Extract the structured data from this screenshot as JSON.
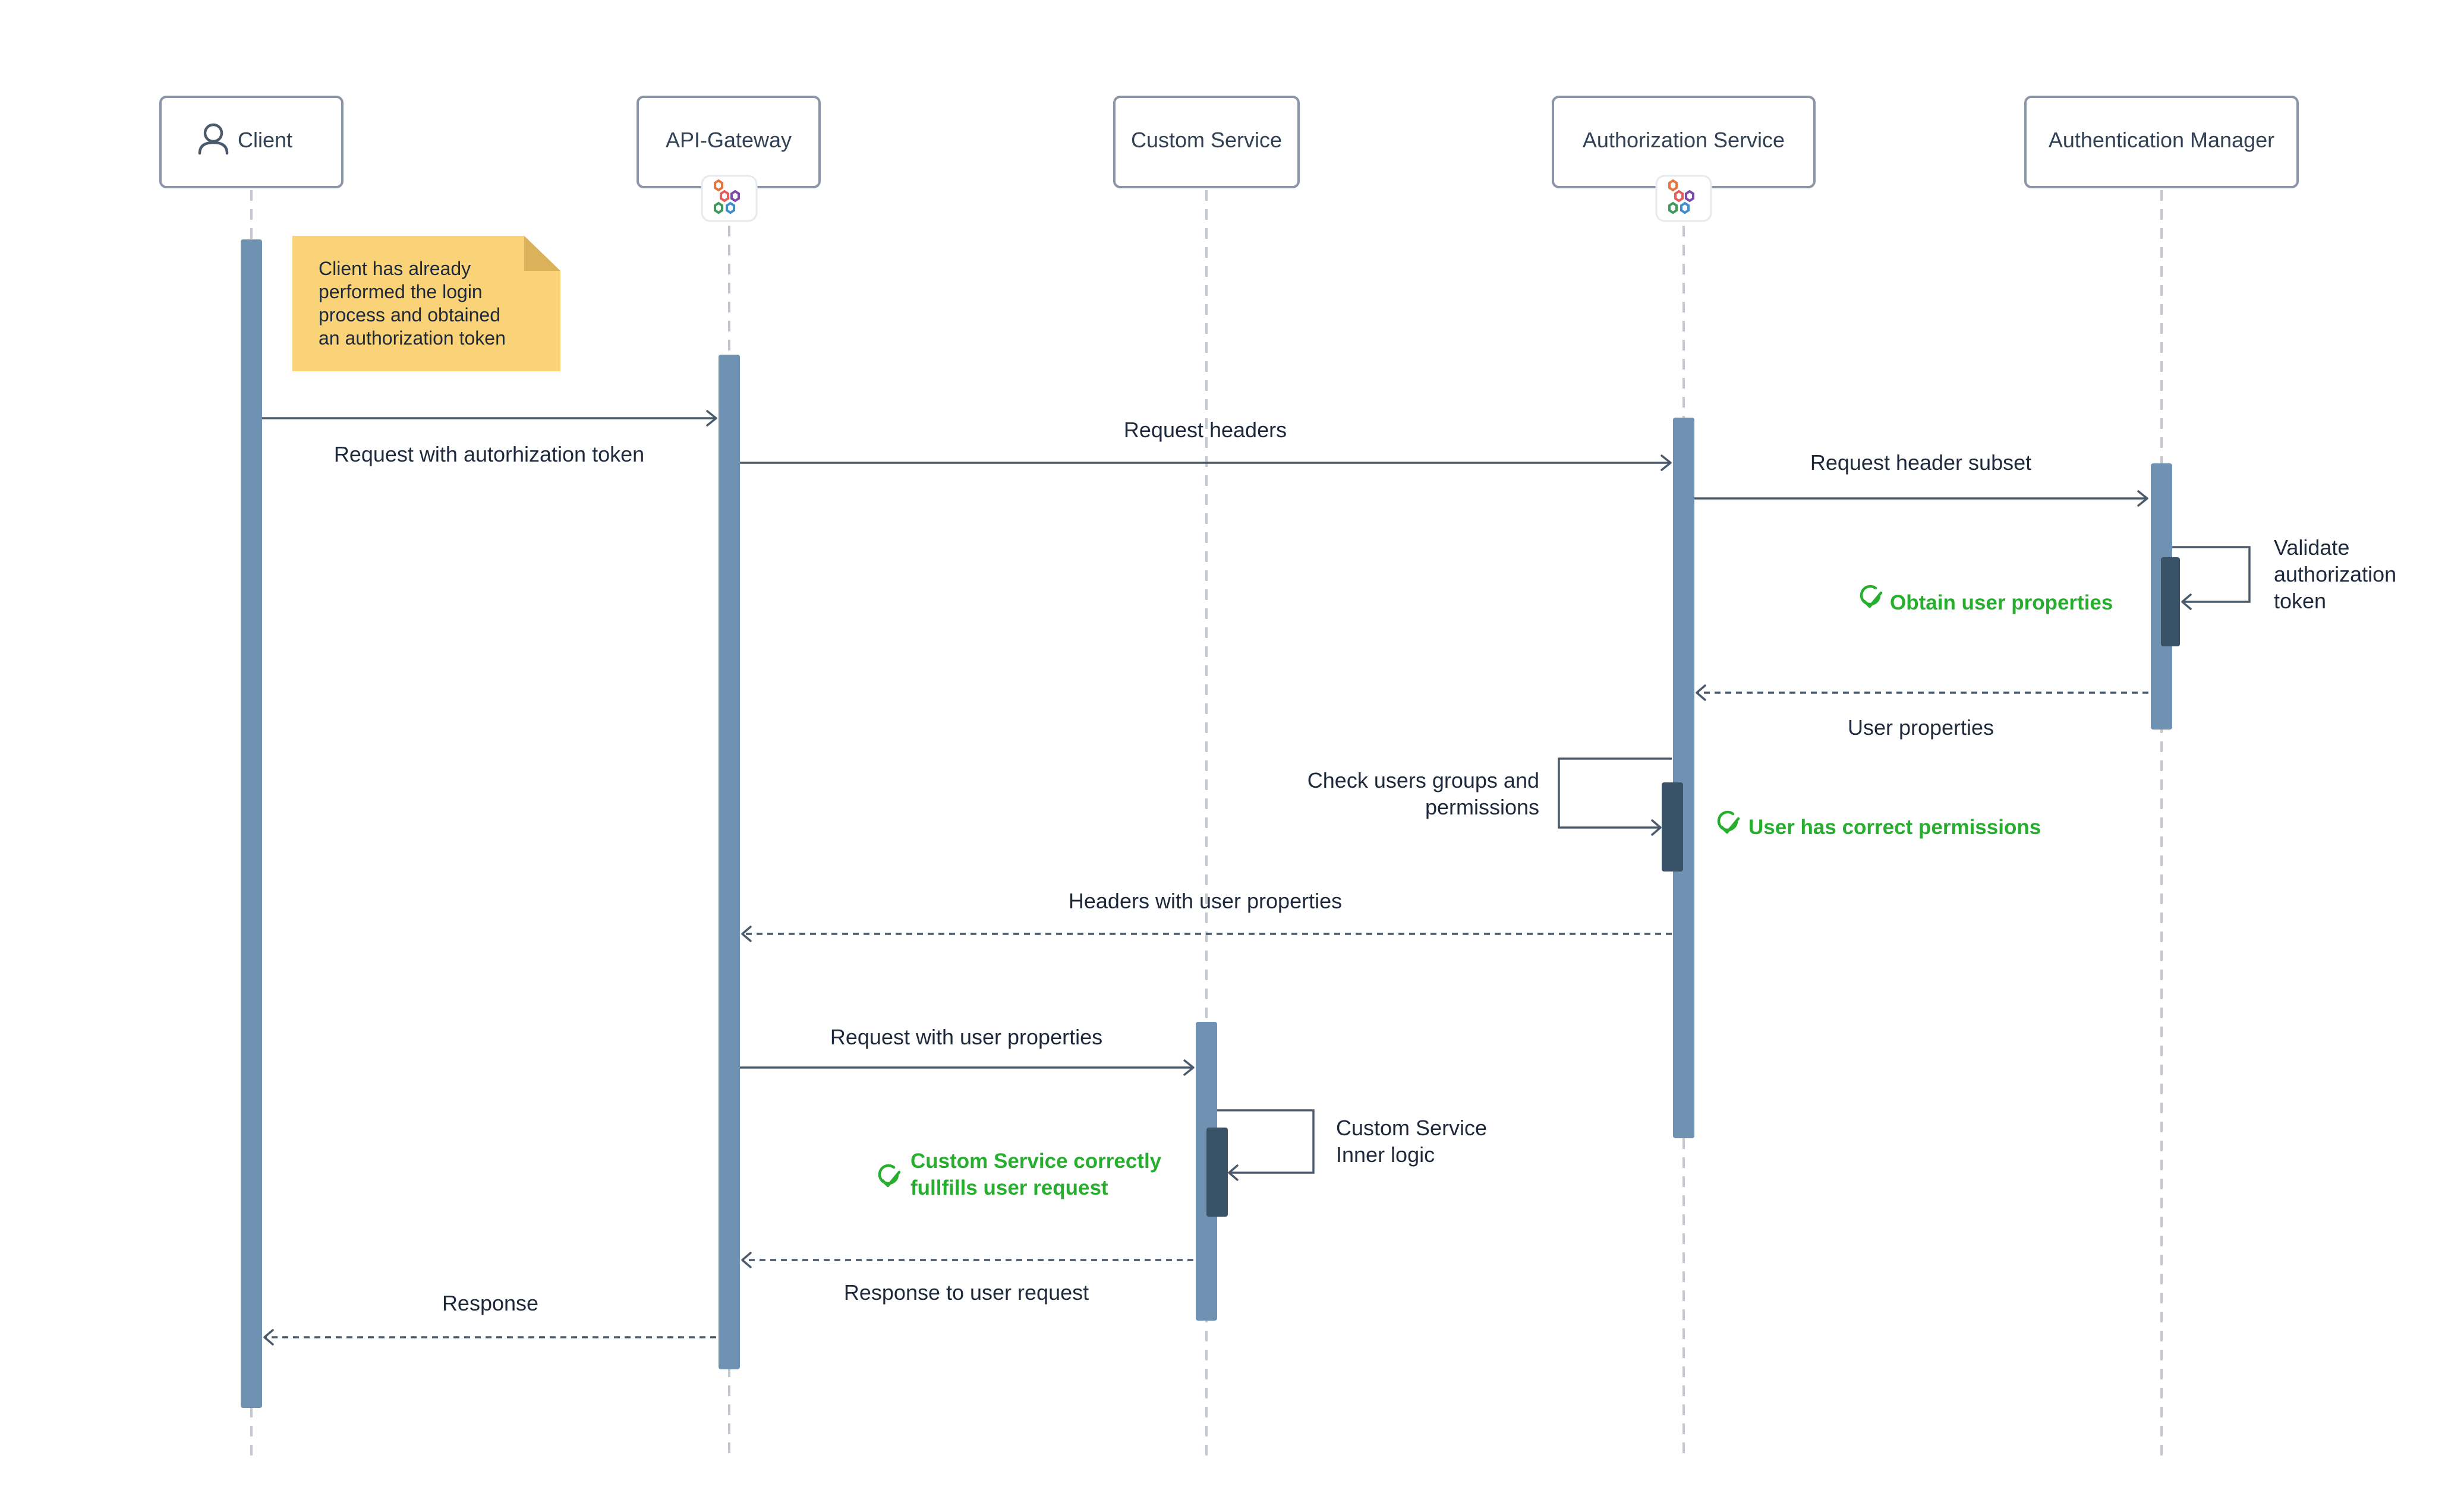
{
  "actors": [
    {
      "id": "client",
      "label": "Client",
      "icon": "user-icon"
    },
    {
      "id": "gateway",
      "label": "API-Gateway",
      "icon": "hexagon-cluster-icon"
    },
    {
      "id": "custom",
      "label": "Custom Service"
    },
    {
      "id": "authz",
      "label": "Authorization Service",
      "icon": "hexagon-cluster-icon"
    },
    {
      "id": "authn",
      "label": "Authentication Manager"
    }
  ],
  "note": {
    "lines": [
      "Client has already",
      "performed the login",
      "process and obtained",
      "an authorization token"
    ],
    "color": "#fad379"
  },
  "messages": [
    {
      "from": "client",
      "to": "gateway",
      "label": "Request with autorhization token",
      "style": "solid"
    },
    {
      "from": "gateway",
      "to": "authz",
      "label": "Request headers",
      "style": "solid"
    },
    {
      "from": "authz",
      "to": "authn",
      "label": "Request header subset",
      "style": "solid"
    },
    {
      "from": "authn",
      "to": "authz",
      "label": "User properties",
      "style": "dashed"
    },
    {
      "from": "authz",
      "to": "gateway",
      "label": "Headers with user properties",
      "style": "dashed"
    },
    {
      "from": "gateway",
      "to": "custom",
      "label": "Request with user properties",
      "style": "solid"
    },
    {
      "from": "custom",
      "to": "gateway",
      "label": "Response to user request",
      "style": "dashed"
    },
    {
      "from": "gateway",
      "to": "client",
      "label": "Response",
      "style": "dashed"
    }
  ],
  "self_calls": [
    {
      "actor": "authn",
      "lines": [
        "Validate",
        "authorization",
        "token"
      ]
    },
    {
      "actor": "authz",
      "lines": [
        "Check users groups and",
        "permissions"
      ]
    },
    {
      "actor": "custom",
      "lines": [
        "Custom Service",
        "Inner logic"
      ]
    }
  ],
  "checks": [
    {
      "lines": [
        "Obtain user properties"
      ]
    },
    {
      "lines": [
        "User has correct permissions"
      ]
    },
    {
      "lines": [
        "Custom Service correctly",
        "fullfills user request"
      ]
    }
  ],
  "colors": {
    "activation": "#6f92b3",
    "activation_inner": "#3a5268",
    "success": "#27ae2f",
    "lifeline": "#c4c9cf",
    "note": "#fad379"
  }
}
